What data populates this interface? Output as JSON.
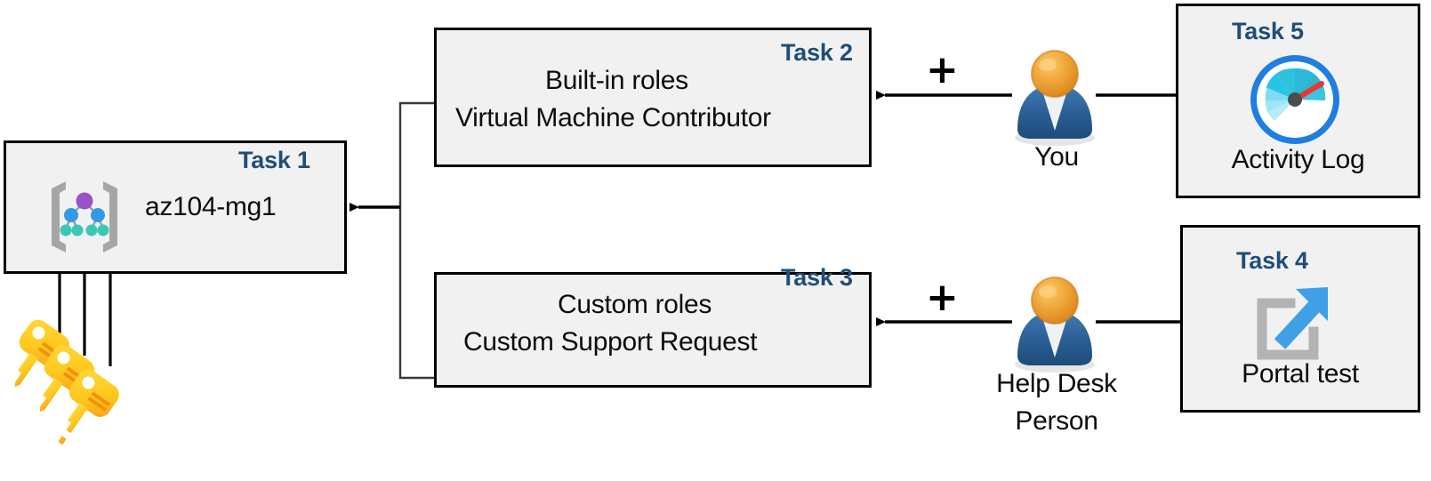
{
  "diagram": {
    "title": "Azure RBAC lab task diagram",
    "accent_color": "#1f4e79",
    "box_fill": "#f1f1f1",
    "box_border": "#000000"
  },
  "nodes": {
    "task1": {
      "task_label": "Task 1",
      "name": "az104-mg1",
      "icon": "management-group-icon"
    },
    "task2": {
      "task_label": "Task 2",
      "line1": "Built-in roles",
      "line2": "Virtual Machine Contributor"
    },
    "task3": {
      "task_label": "Task 3",
      "line1": "Custom roles",
      "line2": "Custom Support Request"
    },
    "task4": {
      "task_label": "Task 4",
      "name": "Portal test",
      "icon": "external-link-icon"
    },
    "task5": {
      "task_label": "Task 5",
      "name": "Activity Log",
      "icon": "gauge-icon"
    }
  },
  "actors": {
    "you": {
      "label": "You",
      "icon": "user-icon"
    },
    "helpdesk": {
      "label_line1": "Help Desk",
      "label_line2": "Person",
      "icon": "user-icon"
    }
  },
  "symbols": {
    "plus_top": "+",
    "plus_bottom": "+"
  },
  "decorations": {
    "keys": "keys-icon"
  }
}
